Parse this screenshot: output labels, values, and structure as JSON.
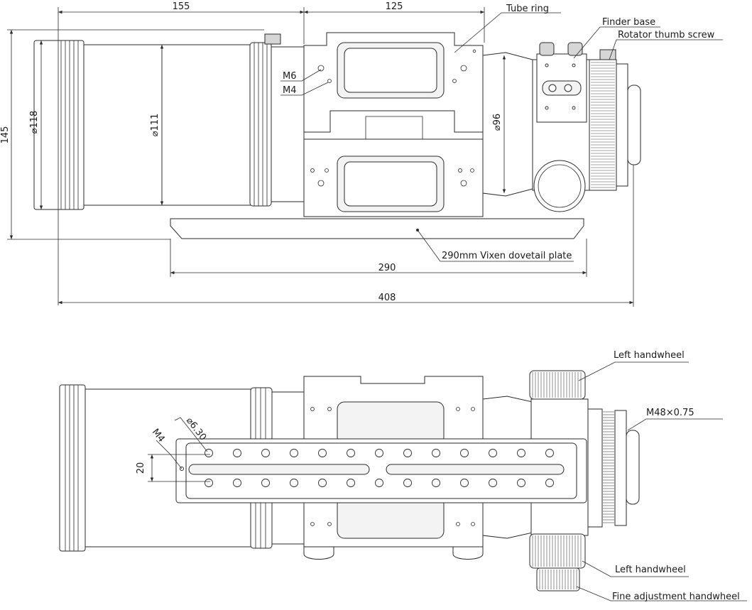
{
  "top_view": {
    "dims": {
      "d155": "155",
      "d125": "125",
      "d145": "145",
      "d118": "⌀118",
      "d111": "⌀111",
      "d96": "⌀96",
      "d290": "290",
      "d408": "408"
    },
    "labels": {
      "tube_ring": "Tube ring",
      "finder_base": "Finder base",
      "rotator_thumb_screw": "Rotator thumb screw",
      "m6": "M6",
      "m4": "M4",
      "dovetail_plate": "290mm Vixen dovetail plate"
    }
  },
  "bottom_view": {
    "dims": {
      "d630": "⌀6.30",
      "m4": "M4",
      "d20": "20"
    },
    "labels": {
      "left_handwheel_top": "Left handwheel",
      "m48": "M48×0.75",
      "left_handwheel_bottom": "Left handwheel",
      "fine_adjustment": "Fine adjustment handwheel"
    }
  },
  "colors": {
    "line": "#2a2a2a",
    "fill": "#ffffff",
    "shade": "#f3f3f3"
  }
}
